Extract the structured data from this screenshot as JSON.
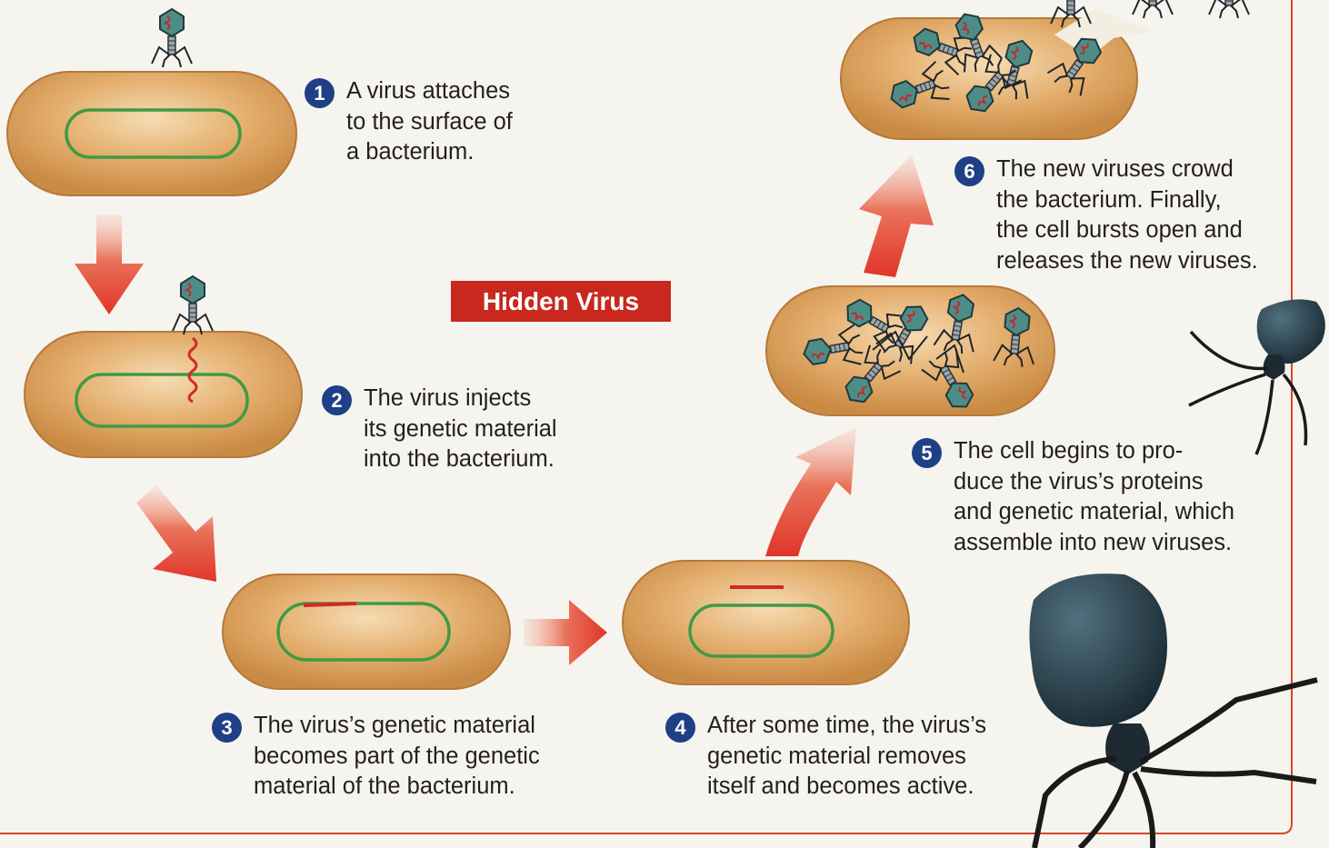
{
  "title": "Hidden Virus",
  "colors": {
    "title_bg": "#c8281e",
    "step_badge": "#1f3f86",
    "bacterium": "#dfa45f",
    "bacterial_dna": "#3f9a45",
    "viral_dna": "#d22a26",
    "arrow": "#e03a2c",
    "virus_head": "#4e8c88"
  },
  "steps": [
    {
      "number": "1",
      "text": "A virus attaches\nto the surface of\na bacterium."
    },
    {
      "number": "2",
      "text": "The virus injects\nits genetic material\ninto the bacterium."
    },
    {
      "number": "3",
      "text": "The virus’s genetic material\nbecomes part of the genetic\nmaterial of the bacterium."
    },
    {
      "number": "4",
      "text": "After some time, the virus’s\ngenetic material removes\nitself and becomes active."
    },
    {
      "number": "5",
      "text": "The cell begins to pro-\nduce the virus’s proteins\nand genetic material, which\nassemble into new viruses."
    },
    {
      "number": "6",
      "text": "The new viruses crowd\nthe bacterium. Finally,\nthe cell bursts open and\nreleases the new viruses."
    }
  ]
}
